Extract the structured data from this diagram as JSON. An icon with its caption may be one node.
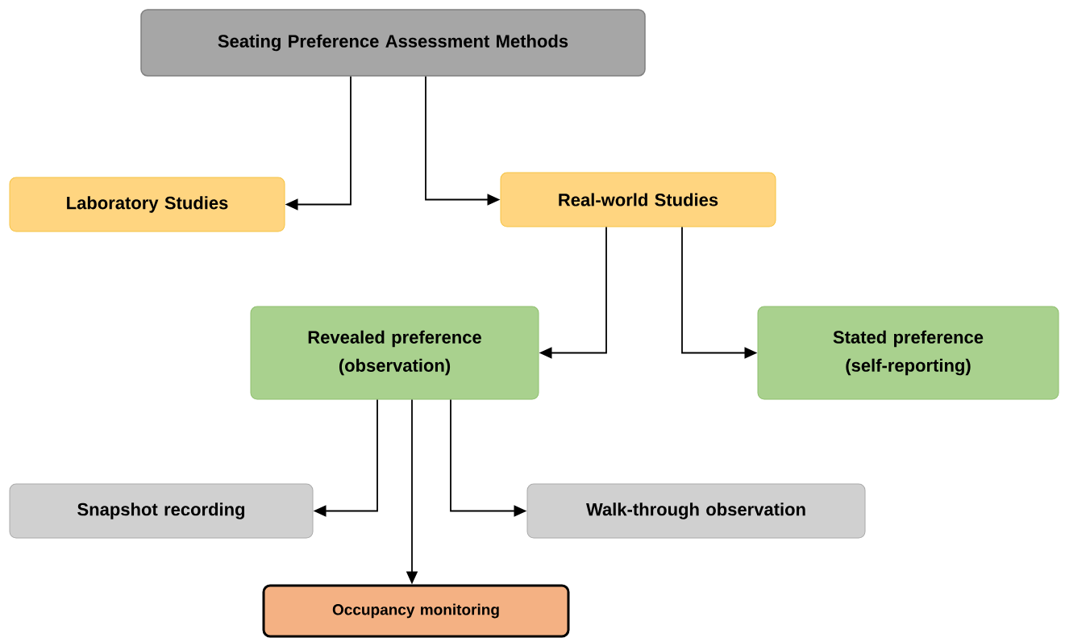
{
  "diagram": {
    "nodes": [
      {
        "text": [
          "Seating Preference Assessment Methods"
        ]
      },
      {
        "text": [
          "Laboratory Studies"
        ]
      },
      {
        "text": [
          "Real-world Studies"
        ]
      },
      {
        "text": [
          "Revealed preference (observation)"
        ]
      },
      {
        "text": [
          "Stated preference (self-reporting)"
        ]
      },
      {
        "text": [
          "Snapshot recording"
        ]
      },
      {
        "text": [
          "Walk-through observation"
        ]
      },
      {
        "text": [
          "Occupancy monitoring"
        ]
      }
    ],
    "edges": [
      {
        "from": 0,
        "to": 1,
        "arrow": "to"
      },
      {
        "from": 0,
        "to": 2,
        "arrow": "to"
      },
      {
        "from": 2,
        "to": 3,
        "arrow": "to"
      },
      {
        "from": 2,
        "to": 4,
        "arrow": "to"
      },
      {
        "from": 3,
        "to": 5,
        "arrow": "to"
      },
      {
        "from": 3,
        "to": 6,
        "arrow": "to"
      },
      {
        "from": 3,
        "to": 7,
        "arrow": "to"
      }
    ]
  }
}
